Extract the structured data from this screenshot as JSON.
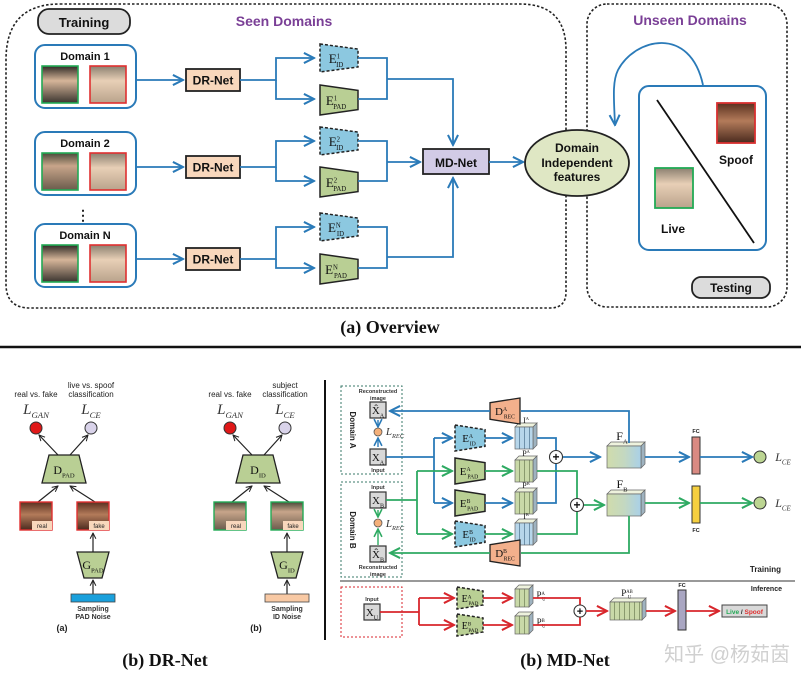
{
  "colors": {
    "flow_blue": "#2a7ab8",
    "flow_green": "#2eaa62",
    "flow_red": "#d8262c",
    "purple_heading": "#7a3f96",
    "id_encoder": "#8cc8e0",
    "pad_encoder": "#b9cf94",
    "dr_net_fill": "#f8d7bc",
    "md_net_fill": "#d2cbe6",
    "feature_ellipse": "#dfe7c4",
    "rec_decoder": "#f3b08c",
    "fc_red": "#d98a82",
    "fc_yellow": "#f5cf3f",
    "fc_gray": "#a9a6c2",
    "loss_red": "#e01818",
    "loss_lilac": "#d9d3ea",
    "loss_green": "#bcd592",
    "pad_noise": "#1aa0dc",
    "id_noise": "#f8c9a4",
    "live_green": "#22aa55",
    "spoof_red": "#e03030"
  },
  "overview": {
    "caption": "(a) Overview",
    "training_badge": "Training",
    "testing_badge": "Testing",
    "seen_heading": "Seen Domains",
    "unseen_heading": "Unseen Domains",
    "ellipsis": "⋮",
    "domains": [
      {
        "label": "Domain 1",
        "dr_net": "DR-Net",
        "id_encoder": {
          "base": "E",
          "sup": "1",
          "sub": "ID"
        },
        "pad_encoder": {
          "base": "E",
          "sup": "1",
          "sub": "PAD"
        }
      },
      {
        "label": "Domain 2",
        "dr_net": "DR-Net",
        "id_encoder": {
          "base": "E",
          "sup": "2",
          "sub": "ID"
        },
        "pad_encoder": {
          "base": "E",
          "sup": "2",
          "sub": "PAD"
        }
      },
      {
        "label": "Domain N",
        "dr_net": "DR-Net",
        "id_encoder": {
          "base": "E",
          "sup": "N",
          "sub": "ID"
        },
        "pad_encoder": {
          "base": "E",
          "sup": "N",
          "sub": "PAD"
        }
      }
    ],
    "md_net": "MD-Net",
    "features": [
      "Domain",
      "Independent",
      "features"
    ],
    "live_label": "Live",
    "spoof_label": "Spoof"
  },
  "dr_net": {
    "caption": "(b) DR-Net",
    "panels": [
      {
        "tag": "(a)",
        "gan_caption": "real vs. fake",
        "ce_caption": [
          "live vs. spoof",
          "classification"
        ],
        "gan_loss": {
          "base": "L",
          "sub": "GAN"
        },
        "ce_loss": {
          "base": "L",
          "sub": "CE"
        },
        "discriminator": {
          "base": "D",
          "sub": "PAD"
        },
        "generator": {
          "base": "G",
          "sub": "PAD"
        },
        "real_tag": "real",
        "fake_tag": "fake",
        "noise": [
          "Sampling",
          "PAD Noise"
        ]
      },
      {
        "tag": "(b)",
        "gan_caption": "real vs. fake",
        "ce_caption": [
          "subject",
          "classification"
        ],
        "gan_loss": {
          "base": "L",
          "sub": "GAN"
        },
        "ce_loss": {
          "base": "L",
          "sub": "CE"
        },
        "discriminator": {
          "base": "D",
          "sub": "ID"
        },
        "generator": {
          "base": "G",
          "sub": "ID"
        },
        "real_tag": "real",
        "fake_tag": "fake",
        "noise": [
          "Sampling",
          "ID Noise"
        ]
      }
    ]
  },
  "md_net": {
    "caption": "(b) MD-Net",
    "training_label": "Training",
    "inference_label": "Inference",
    "domain_a": {
      "label": "Domain A",
      "reconstructed_label": [
        "Reconstructed",
        "image"
      ],
      "input_label": "Input",
      "x_hat": {
        "base": "X̂",
        "sub": "A"
      },
      "x": {
        "base": "X",
        "sub": "A"
      },
      "rec_loss": {
        "base": "L",
        "sub": "REC"
      },
      "decoder": {
        "base": "D",
        "sup": "A",
        "sub": "REC"
      }
    },
    "domain_b": {
      "label": "Domain B",
      "reconstructed_label": [
        "Reconstructed",
        "image"
      ],
      "input_label": "Input",
      "x_hat": {
        "base": "X̂",
        "sub": "B"
      },
      "x": {
        "base": "X",
        "sub": "B"
      },
      "rec_loss": {
        "base": "L",
        "sub": "REC"
      },
      "decoder": {
        "base": "D",
        "sup": "B",
        "sub": "REC"
      }
    },
    "encoders": [
      {
        "base": "E",
        "sup": "A",
        "sub": "ID",
        "kind": "id"
      },
      {
        "base": "E",
        "sup": "A",
        "sub": "PAD",
        "kind": "pad"
      },
      {
        "base": "E",
        "sup": "B",
        "sub": "PAD",
        "kind": "pad"
      },
      {
        "base": "E",
        "sup": "B",
        "sub": "ID",
        "kind": "id"
      }
    ],
    "feature_maps": [
      {
        "base": "I",
        "sup": "A"
      },
      {
        "base": "P",
        "sup": "A"
      },
      {
        "base": "P",
        "sup": "B"
      },
      {
        "base": "I",
        "sup": "B"
      }
    ],
    "fused_a": {
      "base": "F",
      "sub": "A"
    },
    "fused_b": {
      "base": "F",
      "sub": "B"
    },
    "fc_label": "FC",
    "ce_loss": {
      "base": "L",
      "sub": "CE"
    },
    "inference": {
      "input_label": "Input",
      "x": {
        "base": "X",
        "sub": "U"
      },
      "encoders": [
        {
          "base": "E",
          "sup": "A",
          "sub": "PAD"
        },
        {
          "base": "E",
          "sup": "B",
          "sub": "PAD"
        }
      ],
      "maps": [
        {
          "base": "P",
          "sup": "A",
          "sub": "U"
        },
        {
          "base": "P",
          "sup": "B",
          "sub": "U"
        }
      ],
      "fused": {
        "base": "P",
        "sup": "AB",
        "sub": "U"
      },
      "fc_label": "FC",
      "output_live": "Live",
      "output_sep": " / ",
      "output_spoof": "Spoof"
    }
  },
  "watermark": "知乎 @杨茹茵"
}
